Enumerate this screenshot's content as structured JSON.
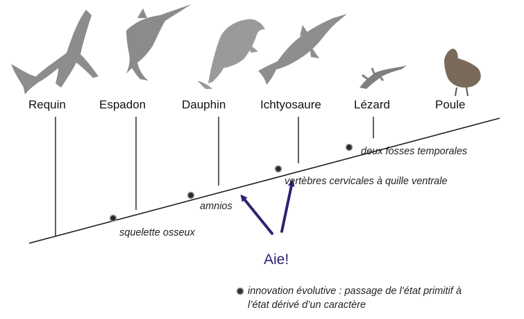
{
  "taxa": [
    {
      "name": "Requin",
      "icon": "shark-icon"
    },
    {
      "name": "Espadon",
      "icon": "swordfish-icon"
    },
    {
      "name": "Dauphin",
      "icon": "dolphin-icon"
    },
    {
      "name": "Ichtyosaure",
      "icon": "ichthyosaur-icon"
    },
    {
      "name": "Lézard",
      "icon": "lizard-icon"
    },
    {
      "name": "Poule",
      "icon": "hen-icon"
    }
  ],
  "characters": {
    "skeleton": "squelette osseux",
    "amnios": "amnios",
    "vertebrae": "vertèbres cervicales à quille ventrale",
    "fossae": "deux fosses temporales"
  },
  "exclamation": "Aie!",
  "legend": {
    "line1": "innovation évolutive : passage de l’état primitif à",
    "line2": "l’état dérivé d’un caractère"
  },
  "colors": {
    "arrow": "#2b2470",
    "line": "#1a1a1a",
    "animal": "#8a8a8a"
  }
}
